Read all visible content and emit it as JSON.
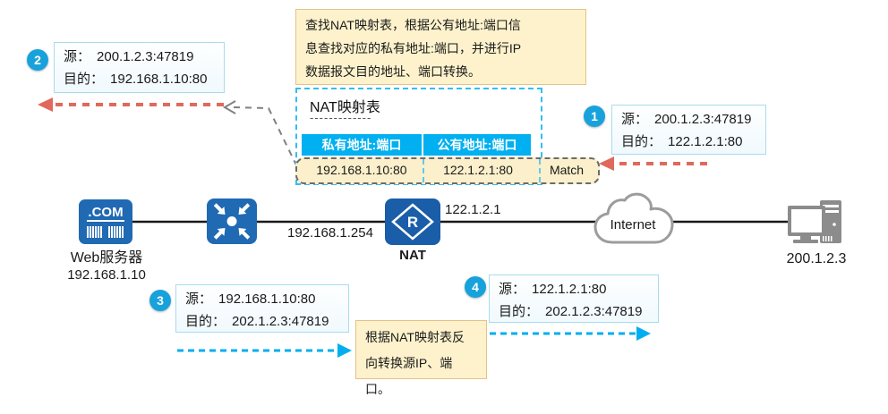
{
  "colors": {
    "device_blue": "#2069B3",
    "nat_blue": "#1A5DA8",
    "badge_blue": "#18A2DC",
    "table_header_blue": "#00B0F0",
    "table_border_blue": "#33BDF2",
    "note_yellow_bg": "#FDF2CC",
    "note_yellow_border": "#E3C286",
    "match_yellow_bg": "#FBF0CB",
    "arrow_red": "#E0695C",
    "arrow_blue": "#00AEEF",
    "arrow_gray": "#808080",
    "cloud_gray": "#9C9C9C",
    "pc_gray": "#8C8C8C"
  },
  "notes": {
    "lookup": {
      "line1": "查找NAT映射表，根据公有地址:端口信",
      "line2": "息查找对应的私有地址:端口，并进行IP",
      "line3": "数据报文目的地址、端口转换。"
    },
    "reverse": {
      "line1": "根据NAT映射表反",
      "line2": "向转换源IP、端口。"
    }
  },
  "nat_table": {
    "title": "NAT映射表",
    "separator": "-------------",
    "headers": [
      "私有地址:端口",
      "公有地址:端口"
    ],
    "row": [
      "192.168.1.10:80",
      "122.1.2.1:80"
    ],
    "match_label": "Match"
  },
  "callouts": {
    "c1": {
      "num": "1",
      "src_label": "源：",
      "src_value": "200.1.2.3:47819",
      "dst_label": "目的：",
      "dst_value": "122.1.2.1:80"
    },
    "c2": {
      "num": "2",
      "src_label": "源：",
      "src_value": "200.1.2.3:47819",
      "dst_label": "目的：",
      "dst_value": "192.168.1.10:80"
    },
    "c3": {
      "num": "3",
      "src_label": "源：",
      "src_value": "192.168.1.10:80",
      "dst_label": "目的：",
      "dst_value": "202.1.2.3:47819"
    },
    "c4": {
      "num": "4",
      "src_label": "源：",
      "src_value": "122.1.2.1:80",
      "dst_label": "目的：",
      "dst_value": "202.1.2.3:47819"
    }
  },
  "devices": {
    "web_server": {
      "icon_text": ".COM",
      "label": "Web服务器",
      "ip": "192.168.1.10"
    },
    "nat": {
      "label": "NAT",
      "icon_letter": "R",
      "inside_ip": "192.168.1.254",
      "outside_ip": "122.1.2.1"
    },
    "internet": {
      "label": "Internet"
    },
    "pc": {
      "ip": "200.1.2.3"
    }
  }
}
